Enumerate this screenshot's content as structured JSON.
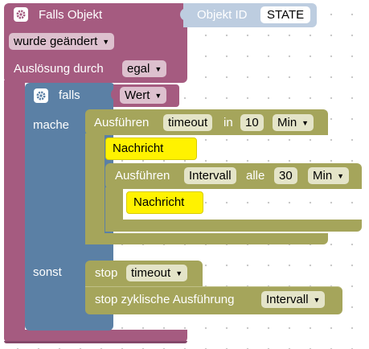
{
  "trigger": {
    "title": "Falls Objekt",
    "object_id_label": "Objekt ID",
    "object_id_value": "STATE",
    "change_option": "wurde geändert",
    "trigger_label": "Auslösung durch",
    "trigger_option": "egal"
  },
  "if_block": {
    "if_label": "falls",
    "condition_value": "Wert",
    "do_label": "mache",
    "else_label": "sonst"
  },
  "timeout_block": {
    "label_run": "Ausführen",
    "name": "timeout",
    "in_label": "in",
    "value": "10",
    "unit": "Min",
    "message": "Nachricht"
  },
  "interval_block": {
    "label_run": "Ausführen",
    "name": "Intervall",
    "every_label": "alle",
    "value": "30",
    "unit": "Min",
    "message": "Nachricht"
  },
  "stop_timeout": {
    "label": "stop",
    "name": "timeout"
  },
  "stop_interval": {
    "label": "stop zyklische Ausführung",
    "name": "Intervall"
  },
  "colors": {
    "trigger": "#a55b80",
    "trigger_dark": "#84486a",
    "if_block": "#5b80a5",
    "timer": "#a5a55b",
    "object_id": "#bdcde0",
    "message": "#fff200"
  }
}
